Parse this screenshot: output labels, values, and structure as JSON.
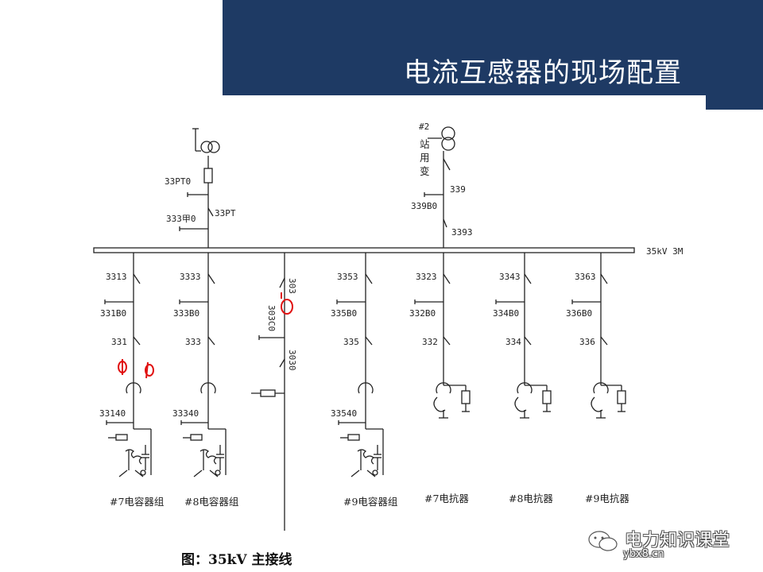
{
  "header": {
    "title": "电流互感器的现场配置"
  },
  "diagram": {
    "bus_label": "35kV 3M",
    "pt": {
      "disc": "33PT0",
      "switch": "33PT",
      "ground": "333甲0"
    },
    "station_tx": {
      "name": "#2站用变",
      "name_line1": "#2",
      "name_c1": "站",
      "name_c2": "用",
      "name_c3": "变",
      "switch": "339",
      "ground": "339B0",
      "bus_disc": "3393"
    },
    "coupler": {
      "s1": "303",
      "s2": "303C0",
      "s3": "3030"
    },
    "feeders": [
      {
        "top": "3313",
        "ground": "331B0",
        "breaker": "331",
        "cap_ground": "33140",
        "name": "#7电容器组"
      },
      {
        "top": "3333",
        "ground": "333B0",
        "breaker": "333",
        "cap_ground": "33340",
        "name": "#8电容器组"
      },
      {
        "top": "3353",
        "ground": "335B0",
        "breaker": "335",
        "cap_ground": "33540",
        "name": "#9电容器组"
      },
      {
        "top": "3323",
        "ground": "332B0",
        "breaker": "332",
        "name": "#7电抗器"
      },
      {
        "top": "3343",
        "ground": "334B0",
        "breaker": "334",
        "name": "#8电抗器"
      },
      {
        "top": "3363",
        "ground": "336B0",
        "breaker": "336",
        "name": "#9电抗器"
      }
    ]
  },
  "caption": "图：35kV 主接线",
  "watermark": {
    "text": "电力知识课堂",
    "url": "ybx8.cn"
  },
  "colors": {
    "header": "#1e3a64",
    "annotation": "#e01010"
  }
}
